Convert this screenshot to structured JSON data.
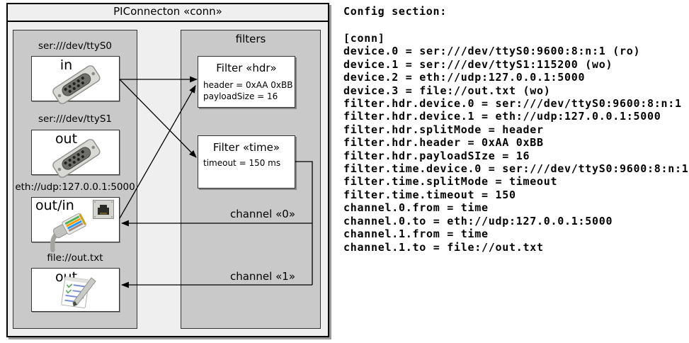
{
  "colors": {
    "canvas_bg": "#ffffff",
    "outer_box_bg": "#efefef",
    "panel_bg": "#c9c9c9",
    "box_bg": "#ffffff",
    "line_color": "#000000",
    "text_color": "#000000"
  },
  "diagram": {
    "title": "PIConnecton «conn»",
    "filters_panel_title": "filters",
    "devices": [
      {
        "uri": "ser:///dev/ttyS0",
        "direction": "in",
        "icons": [
          "serial-connector-icon"
        ]
      },
      {
        "uri": "ser:///dev/ttyS1",
        "direction": "out",
        "icons": [
          "serial-connector-icon"
        ]
      },
      {
        "uri": "eth://udp:127.0.0.1:5000",
        "direction": "out/in",
        "icons": [
          "ethernet-port-icon",
          "ethernet-plug-icon"
        ]
      },
      {
        "uri": "file://out.txt",
        "direction": "out",
        "icons": [
          "notepad-pencil-icon"
        ]
      }
    ],
    "filters": [
      {
        "title": "Filter «hdr»",
        "properties": [
          "header = 0xAA 0xBB",
          "payloadSize = 16"
        ]
      },
      {
        "title": "Filter «time»",
        "properties": [
          "timeout = 150 ms"
        ]
      }
    ],
    "channels": [
      {
        "label": "channel «0»"
      },
      {
        "label": "channel «1»"
      }
    ]
  },
  "config": {
    "heading": "Config section:",
    "lines": [
      "[conn]",
      "device.0 = ser:///dev/ttyS0:9600:8:n:1 (ro)",
      "device.1 = ser:///dev/ttyS1:115200 (wo)",
      "device.2 = eth://udp:127.0.0.1:5000",
      "device.3 = file://out.txt (wo)",
      "filter.hdr.device.0 = ser:///dev/ttyS0:9600:8:n:1",
      "filter.hdr.device.1 = eth://udp:127.0.0.1:5000",
      "filter.hdr.splitMode = header",
      "filter.hdr.header = 0xAA 0xBB",
      "filter.hdr.payloadSIze = 16",
      "filter.time.device.0 = ser:///dev/ttyS0:9600:8:n:1",
      "filter.time.splitMode = timeout",
      "filter.time.timeout = 150",
      "channel.0.from = time",
      "channel.0.to = eth://udp:127.0.0.1:5000",
      "channel.1.from = time",
      "channel.1.to = file://out.txt"
    ]
  }
}
